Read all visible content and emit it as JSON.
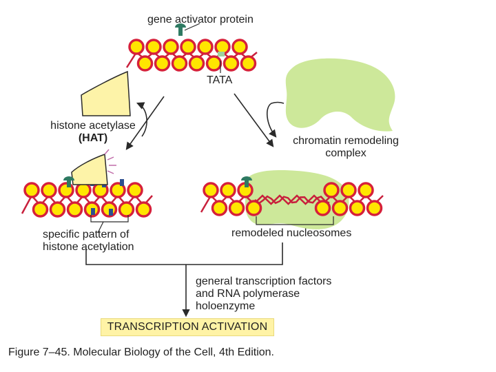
{
  "labels": {
    "gene_activator_protein": "gene activator protein",
    "tata": "TATA",
    "hat_line1": "histone acetylase",
    "hat_line2": "(HAT)",
    "remodeling_line1": "chromatin remodeling",
    "remodeling_line2": "complex",
    "acetylation_line1": "specific pattern of",
    "acetylation_line2": "histone acetylation",
    "remodeled": "remodeled nucleosomes",
    "gtf_line1": "general transcription factors",
    "gtf_line2": "and RNA polymerase",
    "gtf_line3": "holoenzyme",
    "activation": "TRANSCRIPTION ACTIVATION",
    "caption": "Figure 7–45. Molecular Biology of the Cell, 4th Edition."
  },
  "colors": {
    "nucleosome_ring": "#d6203a",
    "nucleosome_core": "#ffe600",
    "dna": "#c8203c",
    "activator": "#2e7a62",
    "hat_fill": "#fdf3a8",
    "remodeler_fill": "#cde89a",
    "acetyl_mark": "#2c4f8f",
    "arrow": "#2a2a2a",
    "banner_fill": "#fff3a6"
  },
  "icons": {
    "activator": "gene-activator-protein-icon",
    "hat": "histone-acetylase-icon",
    "remodeler": "chromatin-remodeling-complex-icon"
  }
}
